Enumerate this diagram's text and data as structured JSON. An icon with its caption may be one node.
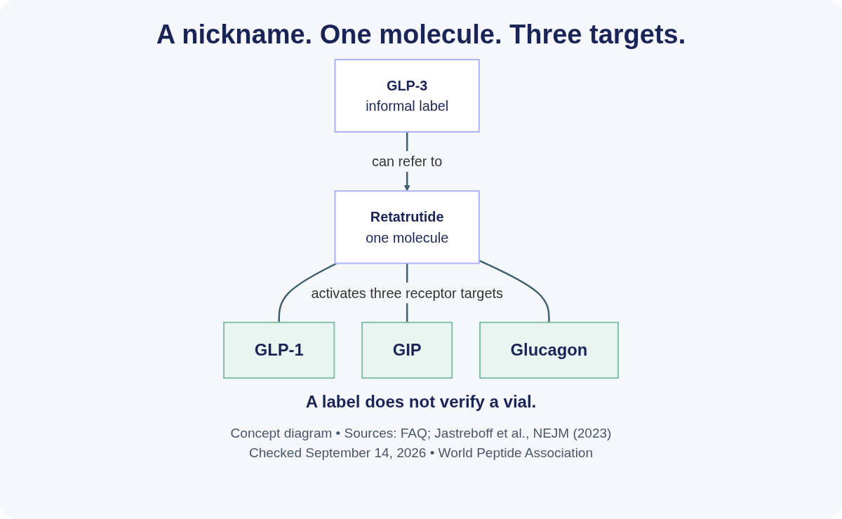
{
  "diagram": {
    "title": "A nickname. One molecule. Three targets.",
    "caption": "A label does not verify a vial.",
    "nodes": [
      {
        "text": [
          "GLP-3",
          "informal label"
        ]
      },
      {
        "text": [
          "Retatrutide",
          "one molecule"
        ]
      },
      {
        "text": [
          "GLP-1"
        ]
      },
      {
        "text": [
          "GIP"
        ]
      },
      {
        "text": [
          "Glucagon"
        ]
      }
    ],
    "edges": [
      {
        "from": 0,
        "to": 1,
        "arrow": "to",
        "label": "can refer to"
      },
      {
        "from": 1,
        "to": 2,
        "arrow": "none"
      },
      {
        "from": 1,
        "to": 3,
        "arrow": "none",
        "label": "activates three receptor targets"
      },
      {
        "from": 1,
        "to": 4,
        "arrow": "none"
      }
    ],
    "labels": [
      "Concept diagram • Sources: FAQ; Jastreboff et al., NEJM (2023)",
      "Checked September 14, 2026 • World Peptide Association"
    ]
  }
}
